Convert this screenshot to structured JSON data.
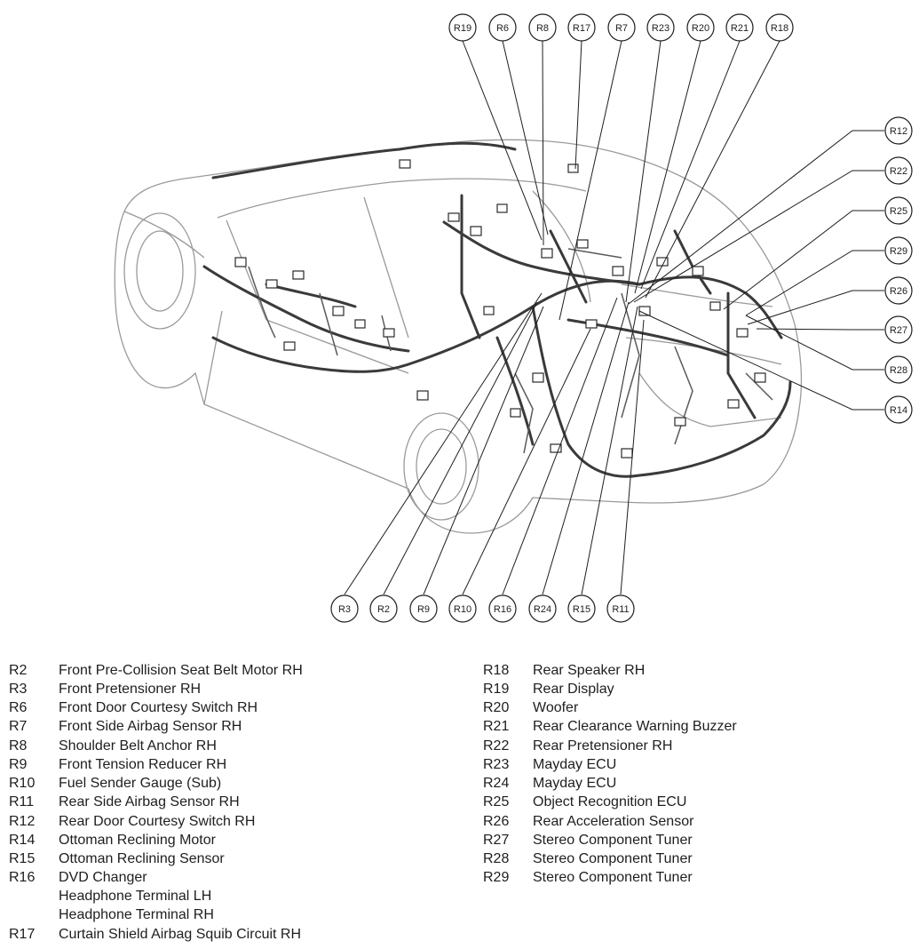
{
  "callouts_top": [
    "R19",
    "R6",
    "R8",
    "R17",
    "R7",
    "R23",
    "R20",
    "R21",
    "R18"
  ],
  "callouts_right": [
    "R12",
    "R22",
    "R25",
    "R29",
    "R26",
    "R27",
    "R28",
    "R14"
  ],
  "callouts_bottom": [
    "R3",
    "R2",
    "R9",
    "R10",
    "R16",
    "R24",
    "R15",
    "R11"
  ],
  "legend_left": [
    {
      "code": "R2",
      "lines": [
        "Front Pre-Collision Seat Belt Motor RH"
      ]
    },
    {
      "code": "R3",
      "lines": [
        "Front Pretensioner RH"
      ]
    },
    {
      "code": "R6",
      "lines": [
        "Front Door Courtesy Switch RH"
      ]
    },
    {
      "code": "R7",
      "lines": [
        "Front Side Airbag Sensor RH"
      ]
    },
    {
      "code": "R8",
      "lines": [
        "Shoulder Belt Anchor RH"
      ]
    },
    {
      "code": "R9",
      "lines": [
        "Front Tension Reducer RH"
      ]
    },
    {
      "code": "R10",
      "lines": [
        "Fuel Sender Gauge (Sub)"
      ]
    },
    {
      "code": "R11",
      "lines": [
        "Rear Side Airbag Sensor RH"
      ]
    },
    {
      "code": "R12",
      "lines": [
        "Rear Door Courtesy Switch RH"
      ]
    },
    {
      "code": "R14",
      "lines": [
        "Ottoman Reclining Motor"
      ]
    },
    {
      "code": "R15",
      "lines": [
        "Ottoman Reclining Sensor"
      ]
    },
    {
      "code": "R16",
      "lines": [
        "DVD Changer",
        "Headphone Terminal LH",
        "Headphone Terminal RH"
      ]
    },
    {
      "code": "R17",
      "lines": [
        "Curtain Shield Airbag Squib Circuit RH"
      ]
    }
  ],
  "legend_right": [
    {
      "code": "R18",
      "lines": [
        "Rear Speaker RH"
      ]
    },
    {
      "code": "R19",
      "lines": [
        "Rear Display"
      ]
    },
    {
      "code": "R20",
      "lines": [
        "Woofer"
      ]
    },
    {
      "code": "R21",
      "lines": [
        "Rear Clearance Warning Buzzer"
      ]
    },
    {
      "code": "R22",
      "lines": [
        "Rear Pretensioner RH"
      ]
    },
    {
      "code": "R23",
      "lines": [
        "Mayday ECU"
      ]
    },
    {
      "code": "R24",
      "lines": [
        "Mayday ECU"
      ]
    },
    {
      "code": "R25",
      "lines": [
        "Object Recognition ECU"
      ]
    },
    {
      "code": "R26",
      "lines": [
        "Rear Acceleration Sensor"
      ]
    },
    {
      "code": "R27",
      "lines": [
        "Stereo Component Tuner"
      ]
    },
    {
      "code": "R28",
      "lines": [
        "Stereo Component Tuner"
      ]
    },
    {
      "code": "R29",
      "lines": [
        "Stereo Component Tuner"
      ]
    }
  ]
}
